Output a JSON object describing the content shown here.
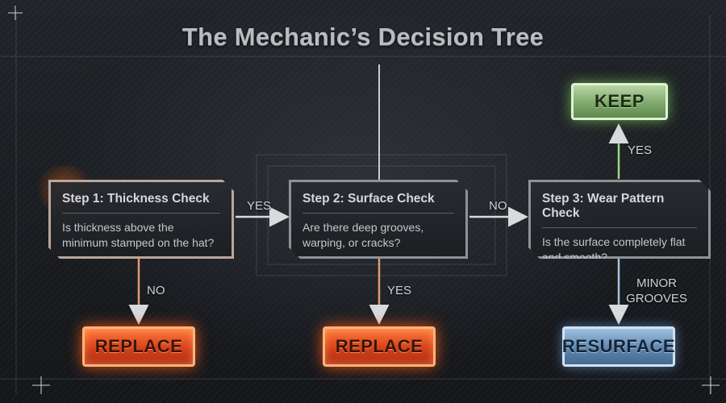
{
  "title": "The Mechanic’s Decision Tree",
  "steps": [
    {
      "heading": "Step 1: Thickness Check",
      "question": "Is thickness above the minimum stamped on the hat?"
    },
    {
      "heading": "Step 2: Surface Check",
      "question": "Are there deep grooves, warping, or cracks?"
    },
    {
      "heading": "Step 3: Wear Pattern Check",
      "question": "Is the surface completely flat and smooth?"
    }
  ],
  "outcomes": {
    "replace_1": "REPLACE",
    "replace_2": "REPLACE",
    "resurface": "RESURFACE",
    "keep": "KEEP"
  },
  "edge_labels": {
    "step1_yes": "YES",
    "step1_no": "NO",
    "step2_no": "NO",
    "step2_yes": "YES",
    "step3_yes": "YES",
    "step3_minor": "MINOR GROOVES"
  },
  "colors": {
    "replace": "#d6401a",
    "resurface": "#5f86ad",
    "keep": "#7fa86c",
    "step1_glow": "#ff6e28"
  }
}
